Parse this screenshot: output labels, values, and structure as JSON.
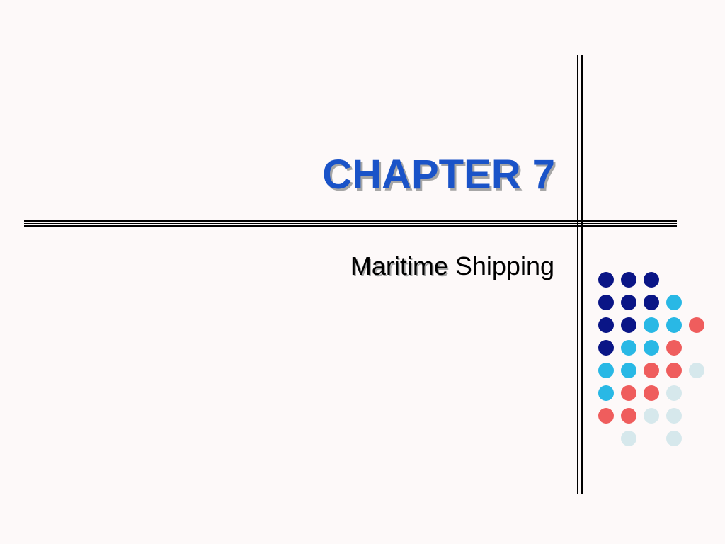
{
  "slide": {
    "title": "CHAPTER 7",
    "subtitle_word1": "Maritime",
    "subtitle_word2": "Shipping"
  },
  "colors": {
    "background": "#fdf9f9",
    "title": "#1a53c8",
    "navy": "#0a1586",
    "cyan": "#29b8e5",
    "coral": "#ef5d5d",
    "pale": "#d6e8ec"
  },
  "decoration": {
    "dot_grid": [
      [
        "navy",
        "navy",
        "navy",
        "",
        ""
      ],
      [
        "navy",
        "navy",
        "navy",
        "cyan",
        ""
      ],
      [
        "navy",
        "navy",
        "cyan",
        "cyan",
        "coral"
      ],
      [
        "navy",
        "cyan",
        "cyan",
        "coral",
        ""
      ],
      [
        "cyan",
        "cyan",
        "coral",
        "coral",
        "pale"
      ],
      [
        "cyan",
        "coral",
        "coral",
        "pale",
        ""
      ],
      [
        "coral",
        "coral",
        "pale",
        "pale",
        ""
      ],
      [
        "",
        "pale",
        "",
        "pale",
        ""
      ]
    ]
  }
}
